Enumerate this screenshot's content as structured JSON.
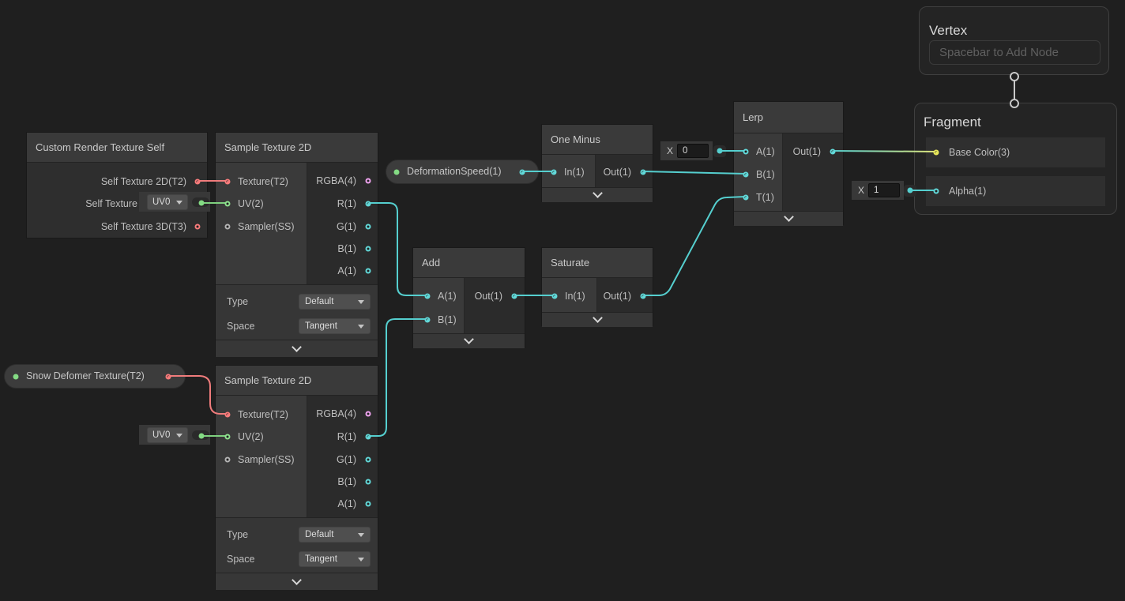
{
  "colors": {
    "canvas_bg": "#1F1F1F",
    "node_title_bg": "#3A3A3A",
    "node_body_bg": "#2B2B2B",
    "input_column_bg": "#3A3A3A",
    "port_float_cyan": "#62D9D9",
    "port_texture_red": "#F77B7B",
    "port_vector2_green": "#8FE18F",
    "port_vector3_yellow": "#E8E85A",
    "port_vector4_pink": "#EFA3EF",
    "port_sampler_gray": "#B4B4B4",
    "wire_float": "#55CFCF",
    "wire_texture": "#F07C7C",
    "wire_vector2": "#7FD17F",
    "wire_gradient_yellow": "#DDE37A",
    "property_dot_green": "#84DB84"
  },
  "nodes": {
    "custom_render_texture_self": {
      "title": "Custom Render Texture Self",
      "outputs": [
        {
          "label": "Self Texture 2D(T2)"
        },
        {
          "label": "Self Texture"
        },
        {
          "label": "Self Texture 3D(T3)"
        }
      ]
    },
    "sample_texture_1": {
      "title": "Sample Texture 2D",
      "inputs": [
        {
          "label": "Texture(T2)"
        },
        {
          "label": "UV(2)"
        },
        {
          "label": "Sampler(SS)"
        }
      ],
      "outputs": [
        {
          "label": "RGBA(4)"
        },
        {
          "label": "R(1)"
        },
        {
          "label": "G(1)"
        },
        {
          "label": "B(1)"
        },
        {
          "label": "A(1)"
        }
      ],
      "controls": [
        {
          "label": "Type",
          "value": "Default"
        },
        {
          "label": "Space",
          "value": "Tangent"
        }
      ]
    },
    "sample_texture_2": {
      "title": "Sample Texture 2D",
      "inputs": [
        {
          "label": "Texture(T2)"
        },
        {
          "label": "UV(2)"
        },
        {
          "label": "Sampler(SS)"
        }
      ],
      "outputs": [
        {
          "label": "RGBA(4)"
        },
        {
          "label": "R(1)"
        },
        {
          "label": "G(1)"
        },
        {
          "label": "B(1)"
        },
        {
          "label": "A(1)"
        }
      ],
      "controls": [
        {
          "label": "Type",
          "value": "Default"
        },
        {
          "label": "Space",
          "value": "Tangent"
        }
      ]
    },
    "one_minus": {
      "title": "One Minus",
      "inputs": [
        {
          "label": "In(1)"
        }
      ],
      "outputs": [
        {
          "label": "Out(1)"
        }
      ]
    },
    "add": {
      "title": "Add",
      "inputs": [
        {
          "label": "A(1)"
        },
        {
          "label": "B(1)"
        }
      ],
      "outputs": [
        {
          "label": "Out(1)"
        }
      ]
    },
    "saturate": {
      "title": "Saturate",
      "inputs": [
        {
          "label": "In(1)"
        }
      ],
      "outputs": [
        {
          "label": "Out(1)"
        }
      ]
    },
    "lerp": {
      "title": "Lerp",
      "inputs": [
        {
          "label": "A(1)"
        },
        {
          "label": "B(1)"
        },
        {
          "label": "T(1)"
        }
      ],
      "outputs": [
        {
          "label": "Out(1)"
        }
      ]
    },
    "vertex": {
      "title": "Vertex",
      "placeholder": "Spacebar to Add Node"
    },
    "fragment": {
      "title": "Fragment",
      "inputs": [
        {
          "label": "Base Color(3)"
        },
        {
          "label": "Alpha(1)"
        }
      ]
    }
  },
  "property_nodes": [
    {
      "label": "DeformationSpeed(1)"
    },
    {
      "label": "Snow Defomer Texture(T2)"
    }
  ],
  "inline_controls": {
    "uv_dropdown_1": {
      "value": "UV0"
    },
    "uv_dropdown_2": {
      "value": "UV0"
    },
    "lerp_a_default": {
      "label": "X",
      "value": "0"
    },
    "alpha_default": {
      "label": "X",
      "value": "1"
    }
  }
}
